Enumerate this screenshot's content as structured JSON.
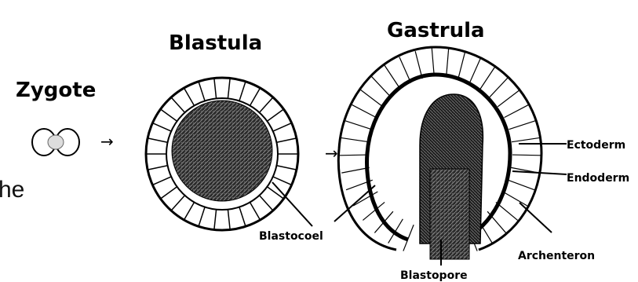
{
  "labels": {
    "zygote": "Zygote",
    "blastula": "Blastula",
    "gastrula": "Gastrula",
    "ectoderm": "Ectoderm",
    "endoderm": "Endoderm",
    "blastocoel": "Blastocoel",
    "archenteron": "Archenteron",
    "blastopore": "Blastopore",
    "fragment": "he"
  },
  "arrows": [
    "→",
    "→"
  ]
}
